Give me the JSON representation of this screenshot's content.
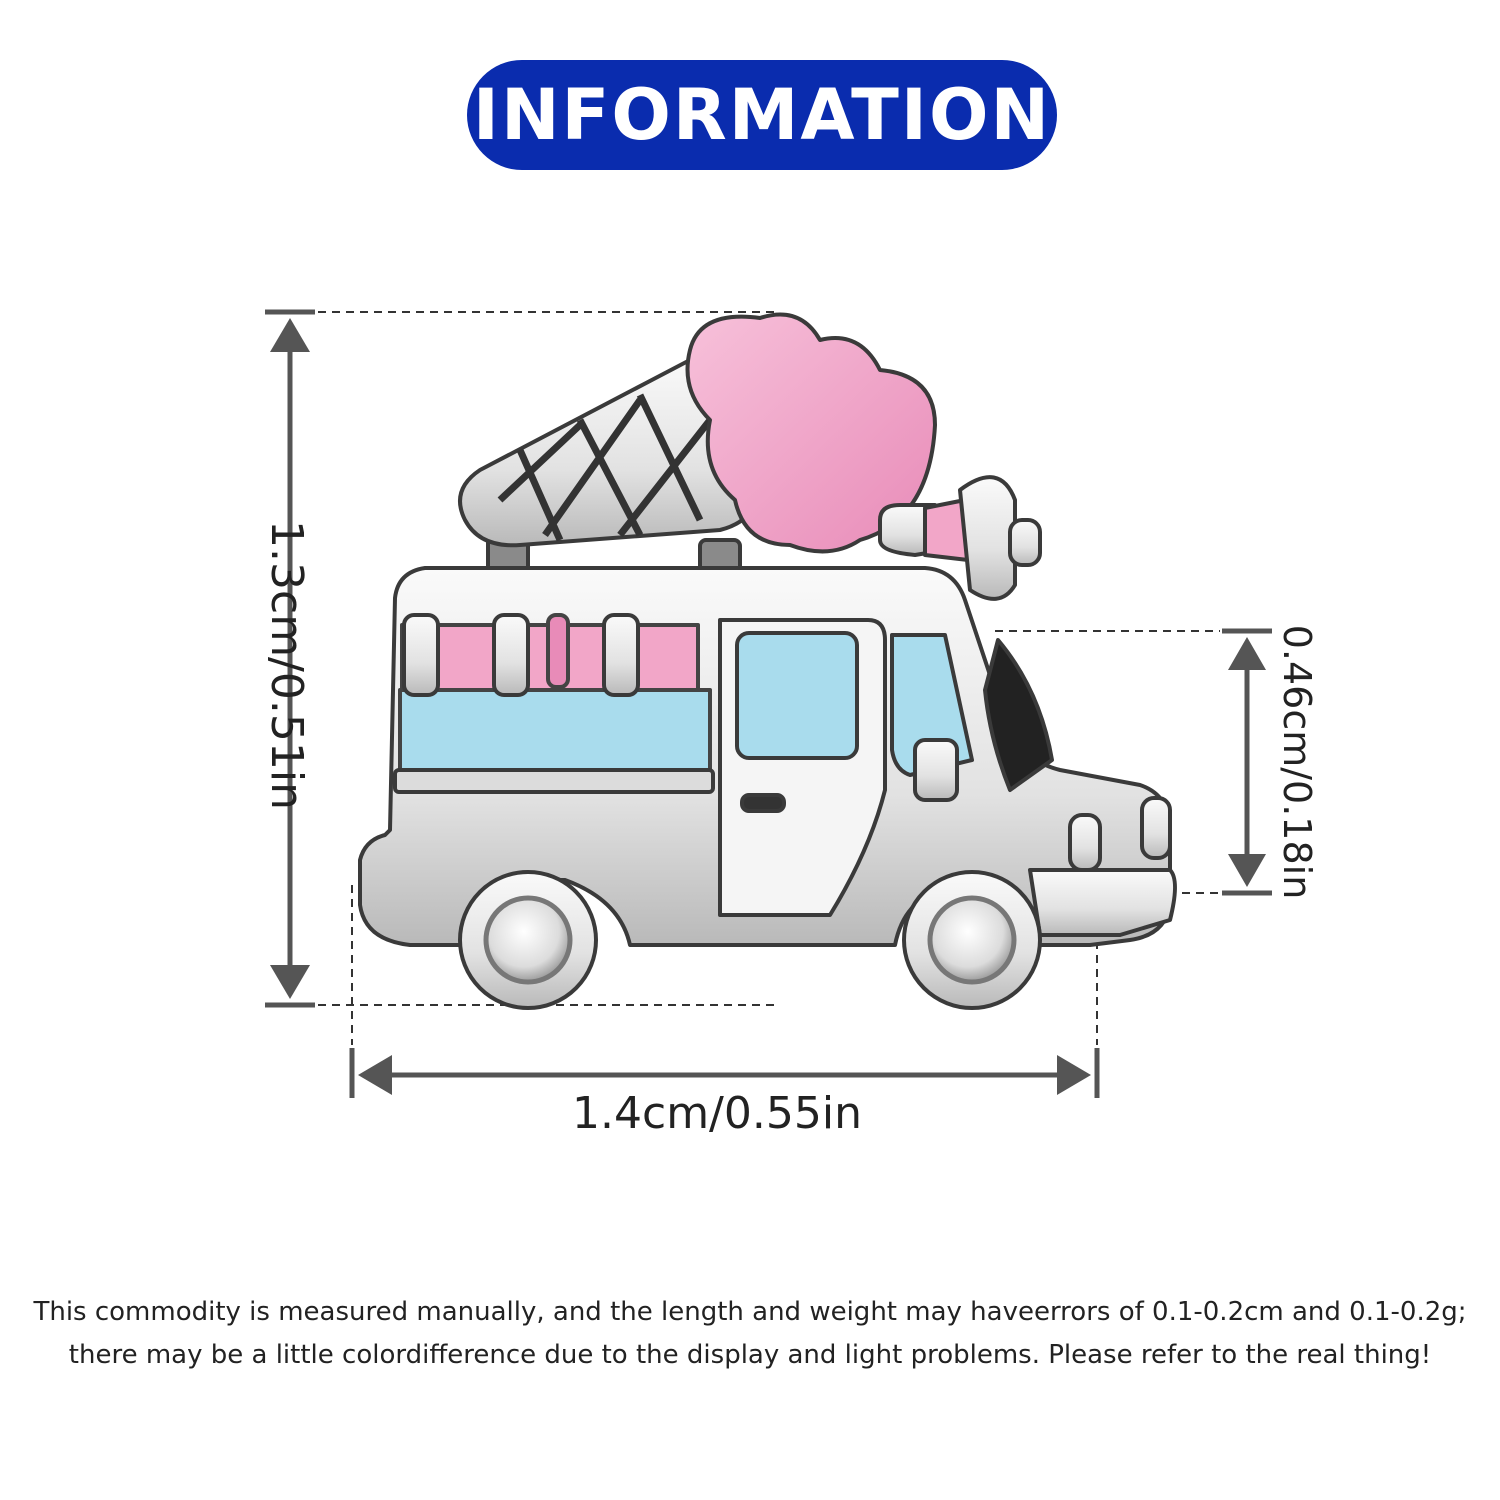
{
  "banner": {
    "title": "INFORMATION",
    "color": "#0a2cae"
  },
  "dimensions": {
    "height": "1.3cm/0.51in",
    "width": "1.4cm/0.55in",
    "cab_height": "0.46cm/0.18in"
  },
  "product": {
    "icon": "ice-cream-truck-charm-icon",
    "colors": {
      "enamel_pink": "#f2a6c8",
      "enamel_blue": "#a9dced",
      "silver": "#e6e6e6"
    }
  },
  "note": {
    "line1": "This commodity is measured manually, and the length and weight may haveerrors of 0.1-0.2cm and 0.1-0.2g;",
    "line2": "there may be a little colordifference due to the display and light problems. Please refer to the real thing!"
  }
}
